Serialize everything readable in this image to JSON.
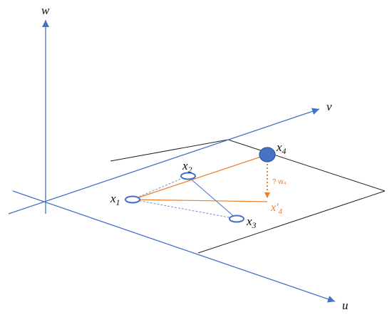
{
  "axes": {
    "w_label": "w",
    "v_label": "v",
    "u_label": "u"
  },
  "points": {
    "x1": {
      "base": "x",
      "sub": "1"
    },
    "x2": {
      "base": "x",
      "sub": "2"
    },
    "x3": {
      "base": "x",
      "sub": "3"
    },
    "x4": {
      "base": "x",
      "sub": "4"
    },
    "x4_proj": {
      "base": "x'",
      "sub": "4"
    }
  },
  "annotation": {
    "w4_label": "? w₄"
  },
  "colors": {
    "axis": "#4472c4",
    "orange": "#ed7d31",
    "point_fill": "#4472c4",
    "plane_edge": "#222222"
  }
}
